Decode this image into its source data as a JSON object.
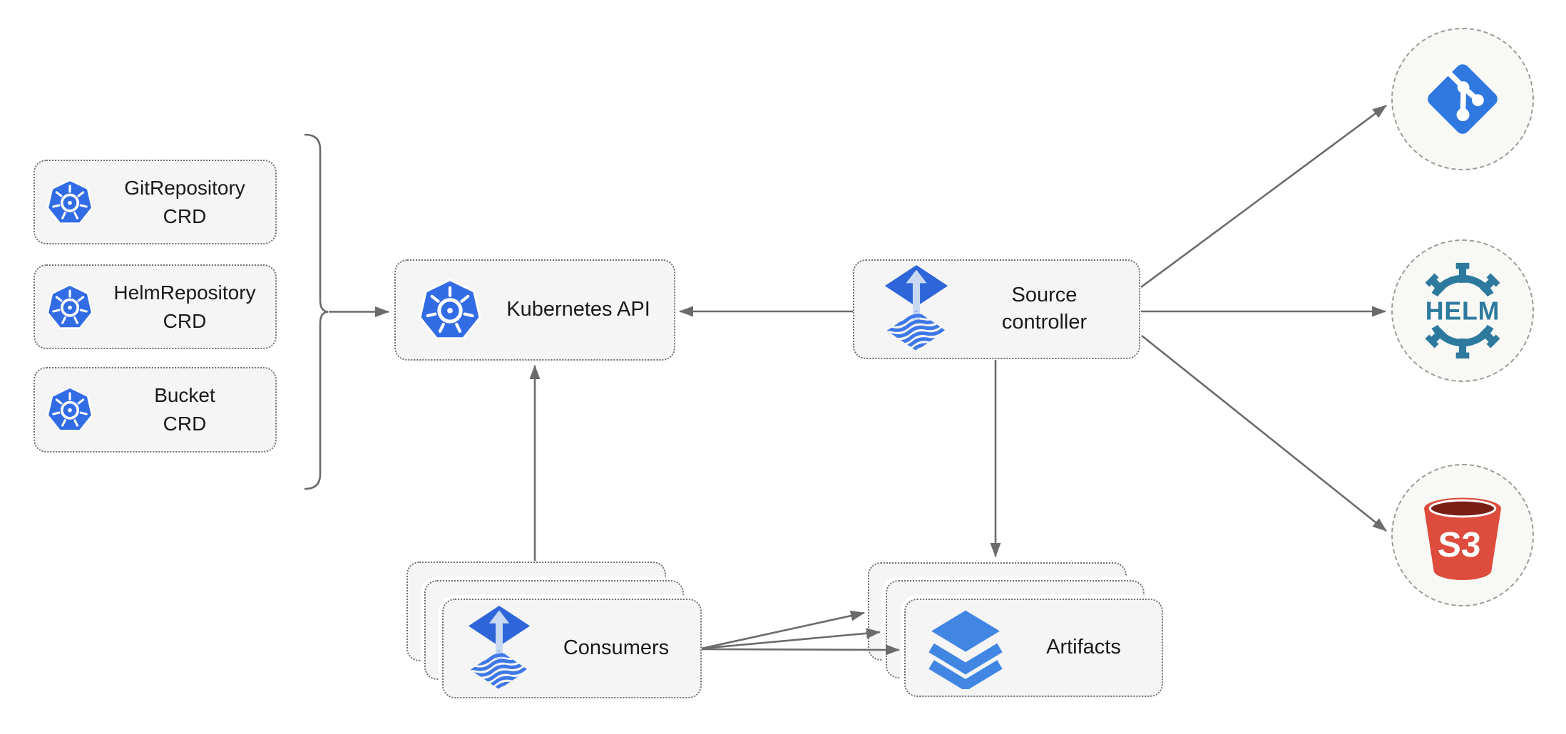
{
  "diagram": {
    "crd_nodes": [
      {
        "title": "GitRepository",
        "subtitle": "CRD"
      },
      {
        "title": "HelmRepository",
        "subtitle": "CRD"
      },
      {
        "title": "Bucket",
        "subtitle": "CRD"
      }
    ],
    "kubernetes_api_label": "Kubernetes API",
    "source_controller_line1": "Source",
    "source_controller_line2": "controller",
    "consumers_label": "Consumers",
    "artifacts_label": "Artifacts",
    "helm_label": "HELM",
    "s3_label": "S3"
  },
  "icons": {
    "kubernetes": "kubernetes-icon",
    "flux": "flux-icon",
    "layers": "layers-icon",
    "git": "git-icon",
    "helm": "helm-wheel-icon",
    "s3": "s3-bucket-icon"
  },
  "colors": {
    "kubernetes_blue": "#326CE5",
    "flux_blue": "#2E66DA",
    "flux_arrow_light": "#C9D9F3",
    "layers_blue": "#4286E3",
    "git_blue": "#2E78E0",
    "helm_teal": "#2D7A9E",
    "s3_red": "#DD4C3C",
    "s3_opening_dark": "#7A1F16",
    "arrow_gray": "#6B6B6B",
    "node_fill": "#F5F5F5",
    "node_border": "#707070",
    "circle_fill": "#F8F8F5",
    "circle_border": "#9B9B98",
    "label_color": "#1A1A1A"
  }
}
